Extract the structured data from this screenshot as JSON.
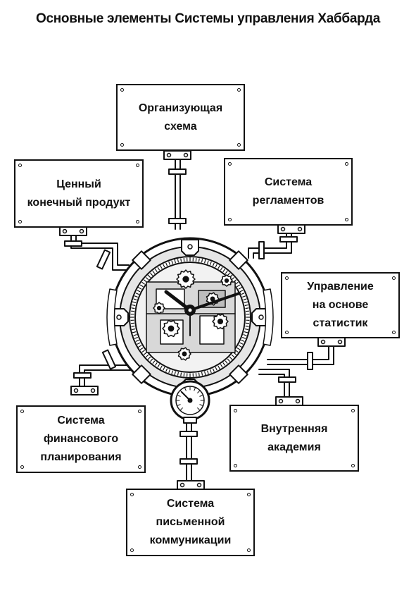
{
  "title": "Основные элементы Системы управления Хаббарда",
  "elements": [
    {
      "id": "org-board",
      "label": "Организующая\nсхема"
    },
    {
      "id": "vfp",
      "label": "Ценный\nконечный продукт"
    },
    {
      "id": "policy",
      "label": "Система\nрегламентов"
    },
    {
      "id": "stats",
      "label": "Управление\nна основе\nстатистик"
    },
    {
      "id": "finance",
      "label": "Система\nфинансового\nпланирования"
    },
    {
      "id": "academy",
      "label": "Внутренняя\nакадемия"
    },
    {
      "id": "comm",
      "label": "Система\nписьменной\nкоммуникации"
    }
  ],
  "center": {
    "icon": "clockwork-mechanism-icon"
  },
  "gauge": {
    "icon": "pressure-gauge-icon"
  },
  "colors": {
    "ink": "#111111",
    "paper": "#ffffff",
    "metal": "#dcdcdc",
    "dark-metal": "#9a9a9a"
  }
}
